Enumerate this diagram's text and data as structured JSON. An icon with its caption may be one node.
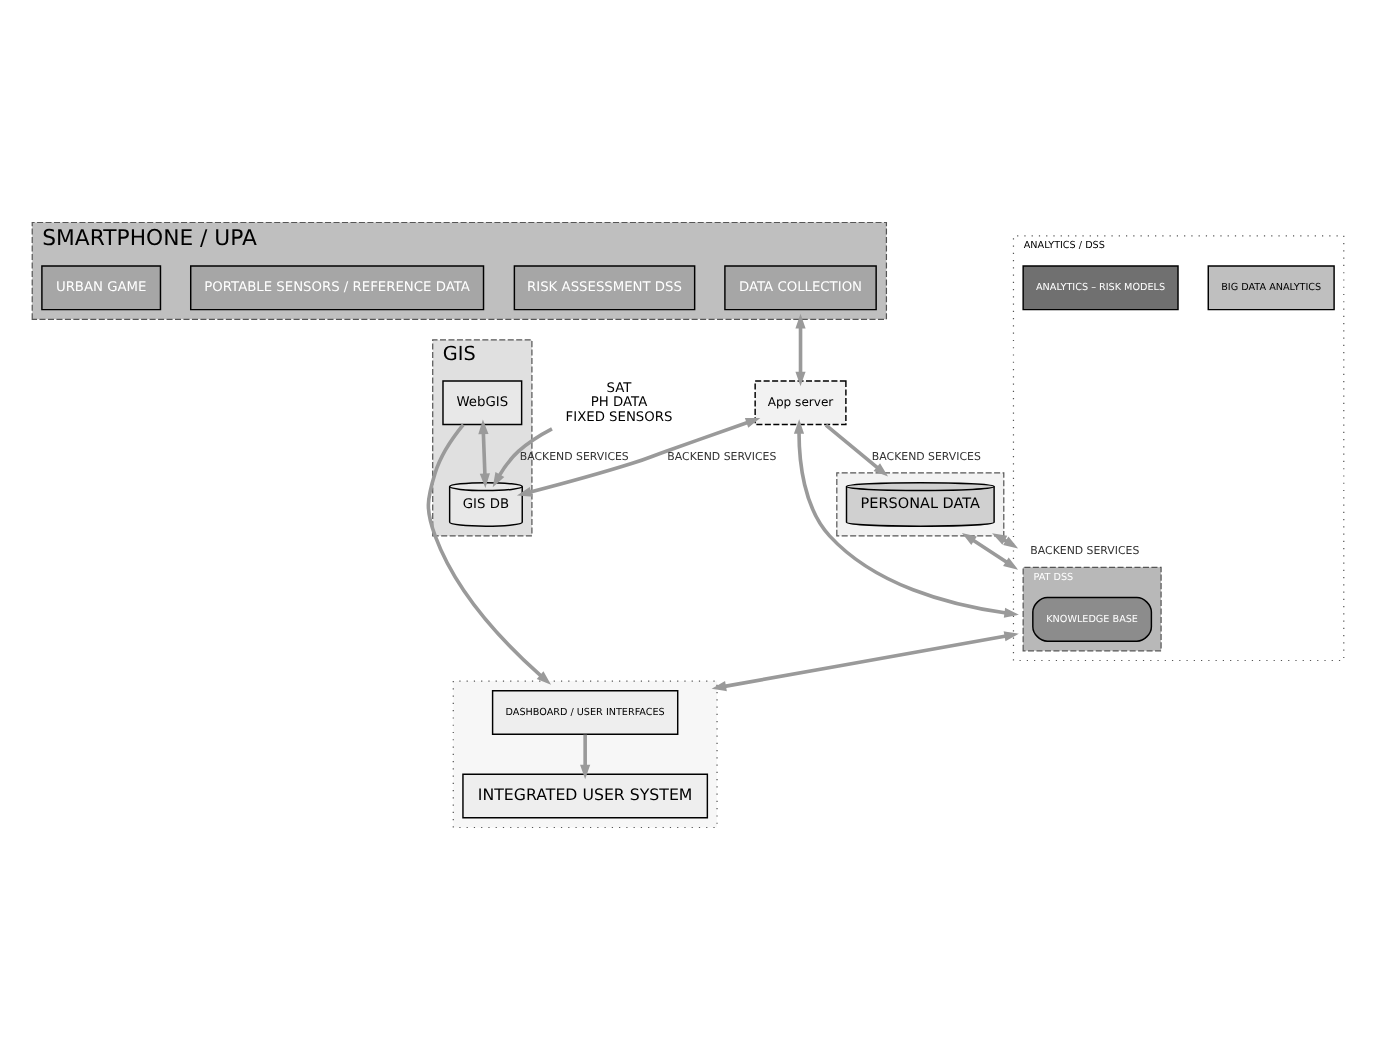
{
  "diagram": {
    "nodes": [
      {
        "text": [
          "SMARTPHONE / UPA"
        ]
      },
      {
        "text": [
          "DATA COLLECTION"
        ],
        "in": 0
      },
      {
        "text": [
          "RISK ASSESSMENT DSS"
        ],
        "in": 0
      },
      {
        "text": [
          "PORTABLE SENSORS / REFERENCE DATA"
        ],
        "in": 0
      },
      {
        "text": [
          "URBAN GAME"
        ],
        "in": 0
      },
      {
        "text": [
          "GIS"
        ]
      },
      {
        "text": [
          "WebGIS"
        ],
        "in": 5
      },
      {
        "text": [
          "GIS DB"
        ],
        "in": 5
      },
      {
        "text": [
          "SAT",
          "PH DATA",
          "FIXED SENSORS"
        ]
      },
      {
        "text": [
          "App server"
        ]
      },
      {
        "text": [],
        "shape": "box"
      },
      {
        "text": [
          "PERSONAL DATA"
        ],
        "in": 10
      },
      {
        "text": [
          "ANALYTICS / DSS"
        ]
      },
      {
        "text": [
          "PAT DSS"
        ],
        "in": 12
      },
      {
        "text": [
          "KNOWLEDGE BASE"
        ],
        "in": 13
      },
      {
        "text": [
          "BIG DATA ANALYTICS"
        ],
        "in": 12
      },
      {
        "text": [
          "ANALYTICS – RISK MODELS"
        ],
        "in": 12
      },
      {
        "text": [],
        "shape": "box"
      },
      {
        "text": [
          "DASHBOARD / USER INTERFACES"
        ],
        "in": 17
      },
      {
        "text": [
          "INTEGRATED USER SYSTEM"
        ],
        "in": 17
      }
    ],
    "edges": [
      {
        "from": 0,
        "to": 9,
        "arrow": "both"
      },
      {
        "from": 9,
        "to": 10,
        "arrow": "to",
        "label": "BACKEND SERVICES"
      },
      {
        "from": 6,
        "to": 7,
        "arrow": "both"
      },
      {
        "from": 8,
        "to": 7,
        "arrow": "to",
        "label": "BACKEND SERVICES"
      },
      {
        "from": 9,
        "to": 7,
        "arrow": "both",
        "label": "BACKEND SERVICES"
      },
      {
        "from": 9,
        "to": 12,
        "arrow": "both"
      },
      {
        "from": 10,
        "to": 12,
        "arrow": "both"
      },
      {
        "from": 10,
        "to": 12,
        "arrow": "both",
        "label": "BACKEND SERVICES"
      },
      {
        "from": 18,
        "to": 19,
        "arrow": "to"
      },
      {
        "from": 12,
        "to": 17,
        "arrow": "both"
      },
      {
        "from": 6,
        "to": 17,
        "arrow": "to"
      }
    ]
  }
}
